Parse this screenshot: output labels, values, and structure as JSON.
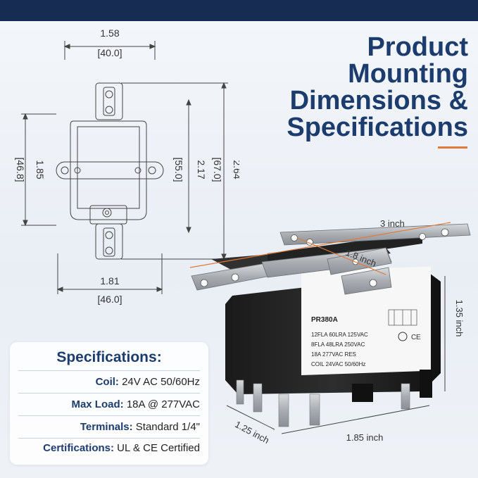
{
  "title_lines": [
    "Product",
    "Mounting",
    "Dimensions &",
    "Specifications"
  ],
  "drawing": {
    "top_width_in": "1.58",
    "top_width_mm": "[40.0]",
    "bottom_width_in": "1.81",
    "bottom_width_mm": "[46.0]",
    "left_height_in": "1.85",
    "left_height_mm": "[46.8]",
    "mid_height_in": "2.17",
    "mid_height_mm": "[55.0]",
    "right_height_in": "2.64",
    "right_height_mm": "[67.0]"
  },
  "product": {
    "model": "PR380A",
    "label_lines": [
      "12FLA 60LRA 125VAC",
      "8FLA 48LRA 250VAC",
      "18A 277VAC RES",
      "COIL 24VAC 50/60Hz"
    ],
    "dim_length": "3 inch",
    "dim_mount": "1.8 inch",
    "dim_height": "1.35 inch",
    "dim_depth": "1.25 inch",
    "dim_width": "1.85 inch"
  },
  "specs": {
    "heading": "Specifications:",
    "rows": [
      {
        "label": "Coil:",
        "value": "24V AC 50/60Hz"
      },
      {
        "label": "Max Load:",
        "value": "18A @ 277VAC"
      },
      {
        "label": "Terminals:",
        "value": "Standard 1/4\""
      },
      {
        "label": "Certifications:",
        "value": "UL & CE Certified"
      }
    ]
  },
  "colors": {
    "navy": "#172c52",
    "title": "#1c3c6e",
    "accent": "#e0793a"
  }
}
